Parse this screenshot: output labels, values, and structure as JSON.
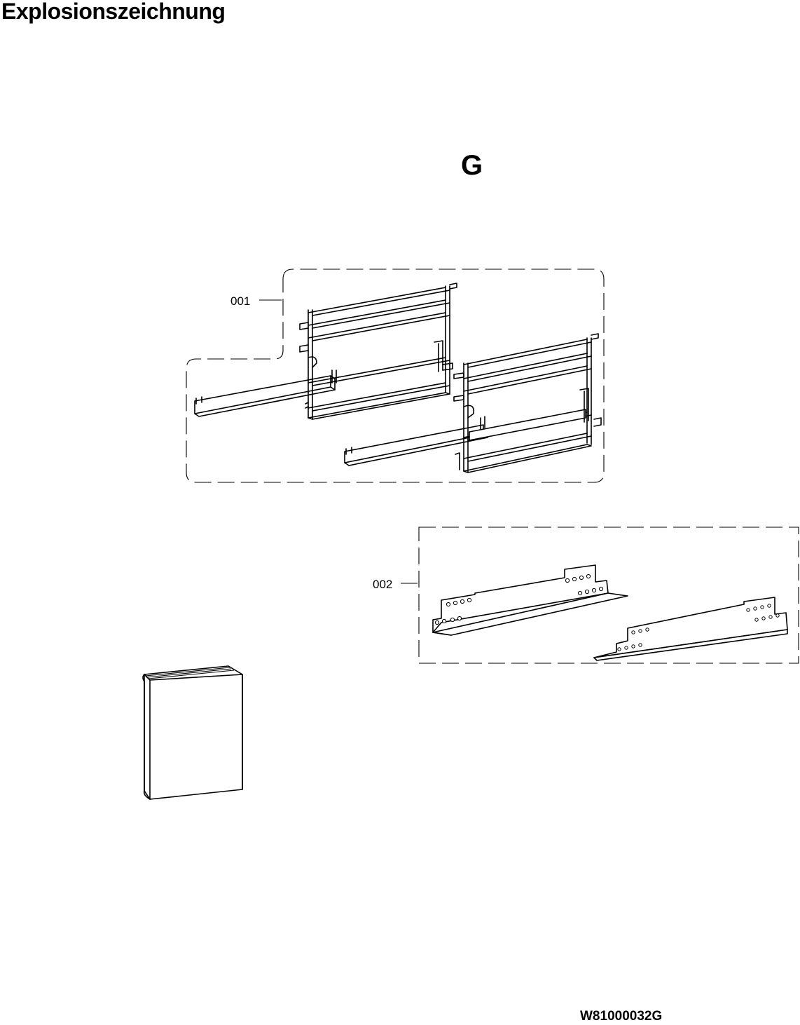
{
  "header": {
    "title": "Explosionszeichnung"
  },
  "section": {
    "letter": "G"
  },
  "parts": [
    {
      "callout": "001",
      "icon": "oven-rack-rails-icon"
    },
    {
      "callout": "002",
      "icon": "mounting-bracket-icon"
    }
  ],
  "booklet": {
    "icon": "manual-book-icon"
  },
  "footer": {
    "drawing_code": "W81000032G"
  }
}
